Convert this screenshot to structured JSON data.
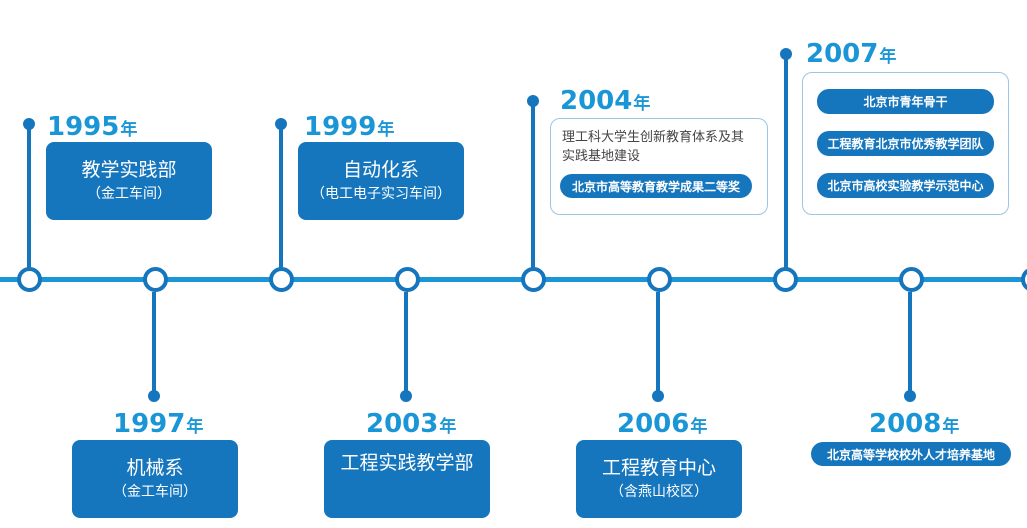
{
  "unit": "年",
  "events": [
    {
      "year": "1995",
      "title": "教学实践部",
      "subtitle": "（金工车间）"
    },
    {
      "year": "1997",
      "title": "机械系",
      "subtitle": "（金工车间）"
    },
    {
      "year": "1999",
      "title": "自动化系",
      "subtitle": "（电工电子实习车间）"
    },
    {
      "year": "2003",
      "title": "工程实践教学部"
    },
    {
      "year": "2004",
      "description_line1": "理工科大学生创新教育体系及其",
      "description_line2": "实践基地建设",
      "awards": [
        "北京市高等教育教学成果二等奖"
      ]
    },
    {
      "year": "2006",
      "title": "工程教育中心",
      "subtitle": "（含燕山校区）"
    },
    {
      "year": "2007",
      "awards": [
        "北京市青年骨干",
        "工程教育北京市优秀教学团队",
        "北京市高校实验教学示范中心"
      ]
    },
    {
      "year": "2008",
      "awards": [
        "北京高等学校校外人才培养基地"
      ]
    }
  ]
}
